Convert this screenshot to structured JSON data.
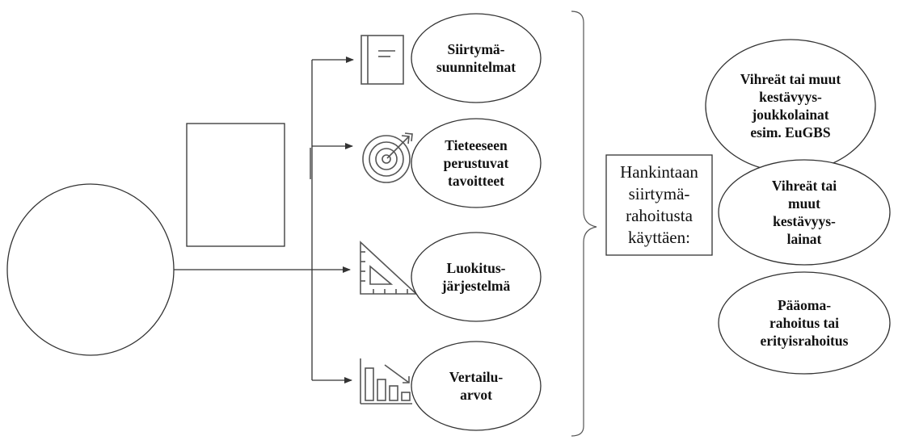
{
  "colors": {
    "stroke": "#333333",
    "icon": "#555555",
    "background": "#ffffff"
  },
  "left_nodes": {
    "circle": {
      "label": ""
    },
    "rectangle": {
      "label": ""
    }
  },
  "steps": [
    {
      "label": "Siirtymä-\nsuunnitelmat",
      "icon": "book-icon"
    },
    {
      "label": "Tieteeseen\nperustuvat\ntavoitteet",
      "icon": "target-icon"
    },
    {
      "label": "Luokitus-\njärjestelmä",
      "icon": "set-square-icon"
    },
    {
      "label": "Vertailu-\narvot",
      "icon": "bar-chart-icon"
    }
  ],
  "center_box": {
    "label": "Hankintaan\nsiirtymä-\nrahoitusta\nkäyttäen:"
  },
  "outcomes": [
    {
      "label": "Vihreät tai muut\nkestävyys-\njoukkolainat\nesim. EuGBS"
    },
    {
      "label": "Vihreät tai\nmuut\nkestävyys-\nlainat"
    },
    {
      "label": "Pääoma-\nrahoitus tai\nerityisrahoitus"
    }
  ]
}
